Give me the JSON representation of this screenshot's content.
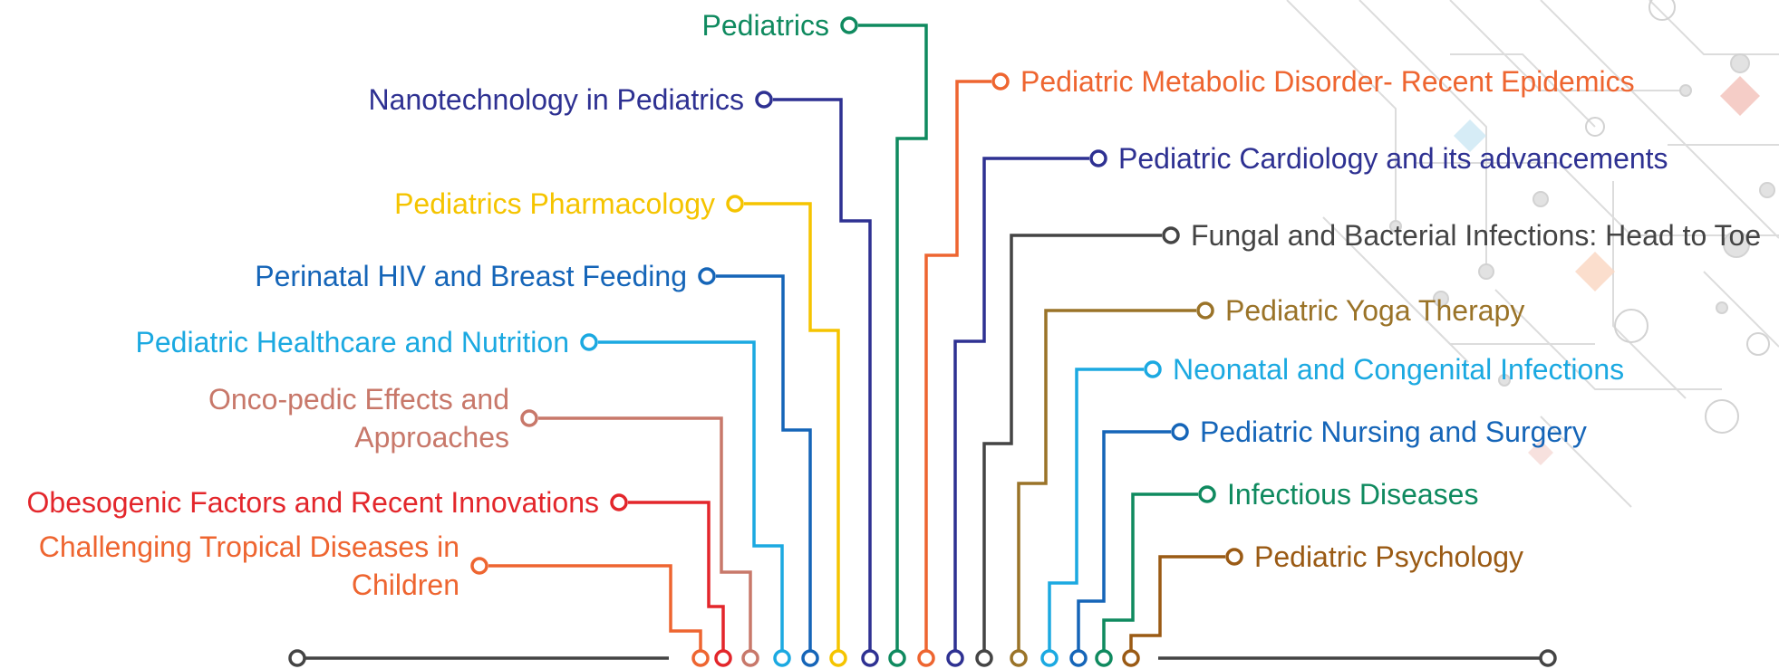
{
  "diagram": {
    "topics": [
      {
        "id": "pediatrics",
        "label": [
          "Pediatrics"
        ],
        "color": "#0f8a5f"
      },
      {
        "id": "nanotechnology",
        "label": [
          "Nanotechnology in Pediatrics"
        ],
        "color": "#2e3192"
      },
      {
        "id": "pharmacology",
        "label": [
          "Pediatrics Pharmacology"
        ],
        "color": "#f5c400"
      },
      {
        "id": "perinatal-hiv",
        "label": [
          "Perinatal HIV and Breast Feeding"
        ],
        "color": "#1565b8"
      },
      {
        "id": "healthcare-nutrition",
        "label": [
          "Pediatric Healthcare and Nutrition"
        ],
        "color": "#1ba9e1"
      },
      {
        "id": "onco-pedic",
        "label": [
          "Onco-pedic Effects and",
          "Approaches"
        ],
        "color": "#c8786a"
      },
      {
        "id": "obesogenic",
        "label": [
          "Obesogenic Factors and Recent Innovations"
        ],
        "color": "#e3262b"
      },
      {
        "id": "tropical-diseases",
        "label": [
          "Challenging Tropical Diseases in",
          "Children"
        ],
        "color": "#ee6530"
      },
      {
        "id": "metabolic-disorder",
        "label": [
          "Pediatric Metabolic Disorder- Recent Epidemics"
        ],
        "color": "#ee6530"
      },
      {
        "id": "cardiology",
        "label": [
          "Pediatric Cardiology and its advancements"
        ],
        "color": "#2e3192"
      },
      {
        "id": "fungal-bacterial",
        "label": [
          "Fungal and Bacterial Infections: Head to Toe"
        ],
        "color": "#444444"
      },
      {
        "id": "yoga-therapy",
        "label": [
          "Pediatric Yoga Therapy"
        ],
        "color": "#9a7328"
      },
      {
        "id": "neonatal-congenital",
        "label": [
          "Neonatal and Congenital Infections"
        ],
        "color": "#1ba9e1"
      },
      {
        "id": "nursing-surgery",
        "label": [
          "Pediatric Nursing and Surgery"
        ],
        "color": "#1565b8"
      },
      {
        "id": "infectious-diseases",
        "label": [
          "Infectious Diseases"
        ],
        "color": "#0f8a5f"
      },
      {
        "id": "psychology",
        "label": [
          "Pediatric Psychology"
        ],
        "color": "#9a5a14"
      }
    ],
    "baseline_color": "#444444"
  }
}
